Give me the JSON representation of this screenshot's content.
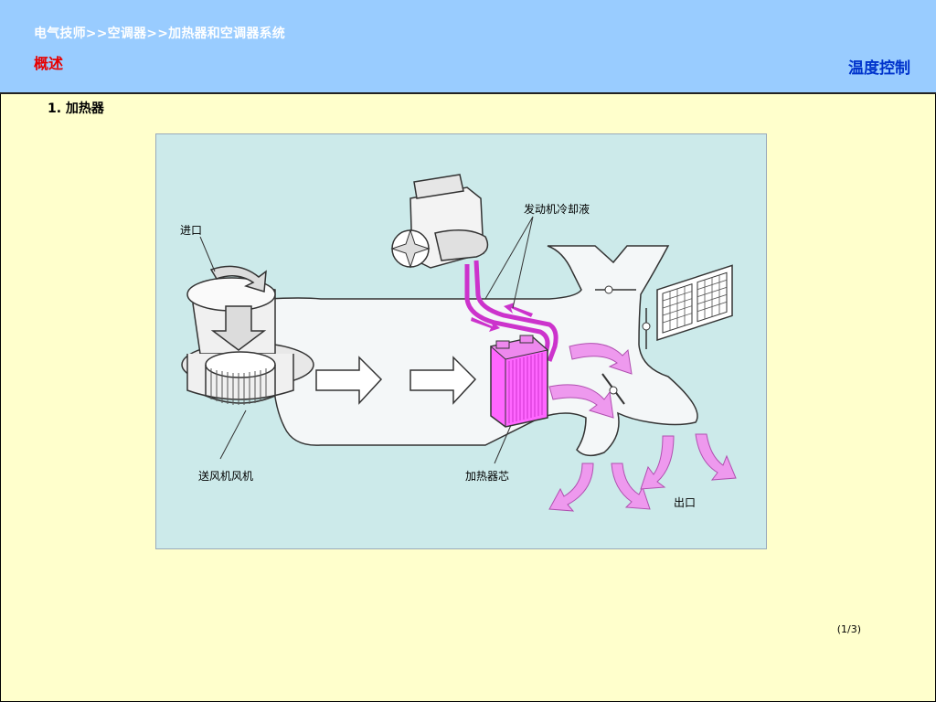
{
  "header": {
    "breadcrumb": "电气技师>>空调器>>加热器和空调器系统",
    "subtitle": "概述",
    "section": "温度控制"
  },
  "content": {
    "heading": "1.  加热器"
  },
  "diagram": {
    "labels": {
      "inlet": "进口",
      "engine_coolant": "发动机冷却液",
      "blower_fan": "送风机风机",
      "heater_core": "加热器芯",
      "outlet": "出口"
    }
  },
  "footer": {
    "page": "(1/3)"
  }
}
